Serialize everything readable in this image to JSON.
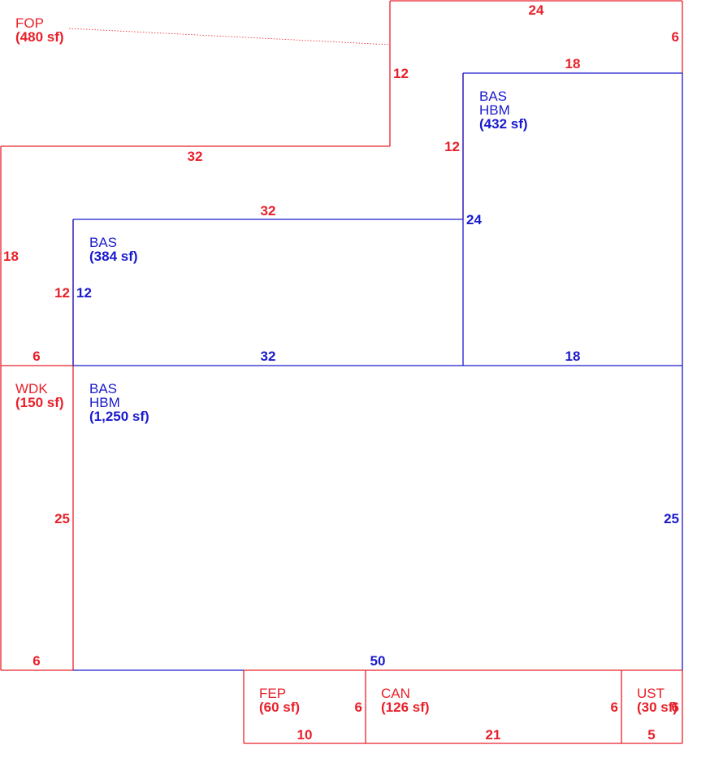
{
  "colors": {
    "red": "#e8202a",
    "blue": "#1a1acc"
  },
  "areas": {
    "fop": {
      "code": "FOP",
      "area": "(480 sf)"
    },
    "bas_upper": {
      "code": "BAS",
      "code2": "HBM",
      "area": "(432 sf)"
    },
    "bas_mid": {
      "code": "BAS",
      "area": "(384 sf)"
    },
    "wdk": {
      "code": "WDK",
      "area": "(150 sf)"
    },
    "bas_main": {
      "code": "BAS",
      "code2": "HBM",
      "area": "(1,250 sf)"
    },
    "fep": {
      "code": "FEP",
      "area": "(60 sf)"
    },
    "can": {
      "code": "CAN",
      "area": "(126 sf)"
    },
    "ust": {
      "code": "UST",
      "area": "(30 sf)"
    }
  },
  "dims": {
    "fop_top": "24",
    "fop_right": "6",
    "fop_inner_vert": "12",
    "fop_left_top": "32",
    "fop_left": "18",
    "bas_upper_top": "18",
    "bas_upper_left_red": "12",
    "bas_upper_left_blue": "24",
    "bas_mid_top": "32",
    "bas_mid_left_red": "12",
    "bas_mid_left_blue": "12",
    "wdk_top": "6",
    "bas_mid_bottom": "32",
    "bas_upper_bottom": "18",
    "wdk_height": "25",
    "main_right": "25",
    "wdk_bottom": "6",
    "main_bottom": "50",
    "fep_right": "6",
    "fep_bottom": "10",
    "can_right": "6",
    "can_bottom": "21",
    "ust_right": "6",
    "ust_bottom": "5"
  }
}
